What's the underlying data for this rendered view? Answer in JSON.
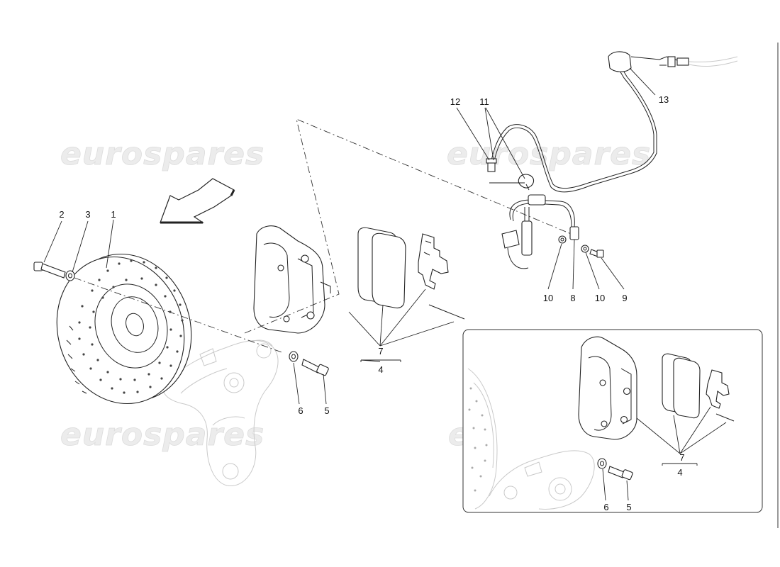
{
  "watermark": "eurospares",
  "callouts": {
    "c1": "1",
    "c2": "2",
    "c3": "3",
    "c4_main": "4",
    "c7_main": "7",
    "c5_main": "5",
    "c6_main": "6",
    "c8": "8",
    "c9": "9",
    "c10_left": "10",
    "c10_right": "10",
    "c11": "11",
    "c12": "12",
    "c13": "13",
    "c4_inset": "4",
    "c7_inset": "7",
    "c5_inset": "5",
    "c6_inset": "6"
  }
}
